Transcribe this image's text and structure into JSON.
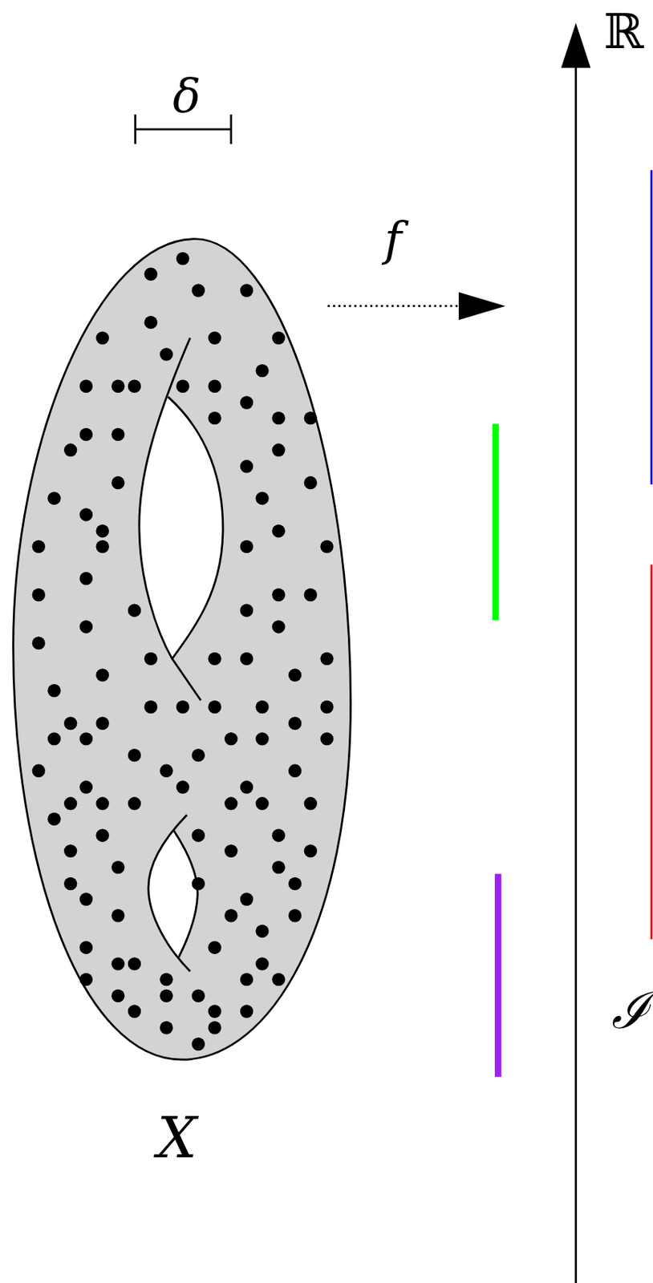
{
  "diagram": {
    "labels": [
      "δ",
      "f",
      "X",
      "ℝ",
      "ℐ"
    ]
  }
}
